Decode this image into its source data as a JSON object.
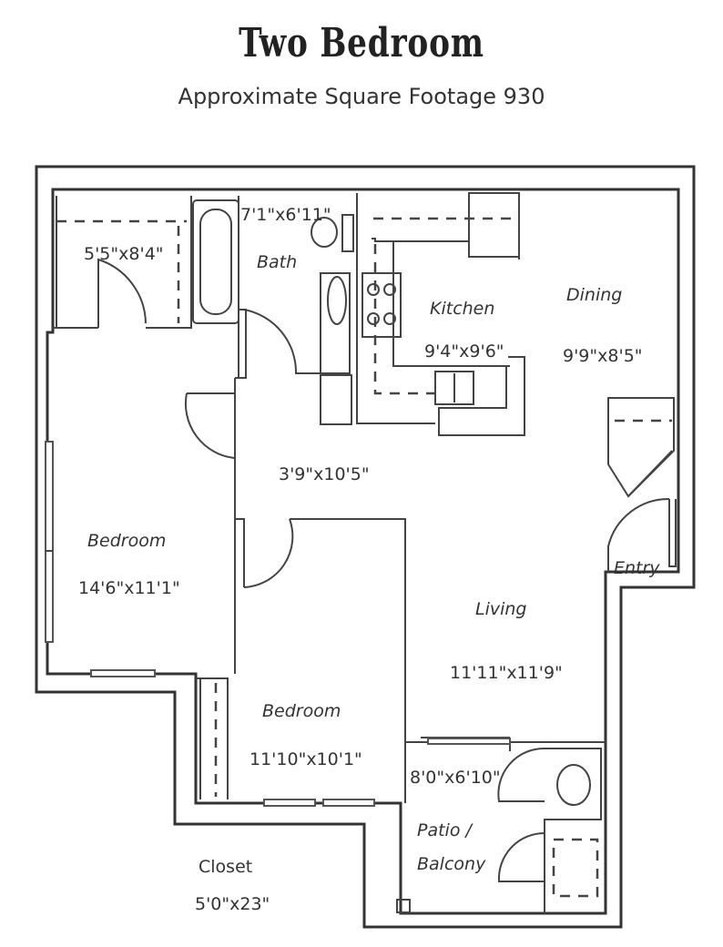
{
  "title": "Two Bedroom",
  "subtitle": "Approximate Square Footage 930",
  "rooms": {
    "closet_small_dim": "5'5\"x8'4\"",
    "bath_dim": "7'1\"x6'11\"",
    "bath_name": "Bath",
    "kitchen_name": "Kitchen",
    "kitchen_dim": "9'4\"x9'6\"",
    "dining_name": "Dining",
    "dining_dim": "9'9\"x8'5\"",
    "hall_dim": "3'9\"x10'5\"",
    "bedroom1_name": "Bedroom",
    "bedroom1_dim": "14'6\"x11'1\"",
    "living_name": "Living",
    "living_dim": "11'11\"x11'9\"",
    "entry_name": "Entry",
    "bedroom2_name": "Bedroom",
    "bedroom2_dim": "11'10\"x10'1\"",
    "patio_dim": "8'0\"x6'10\"",
    "patio_name_1": "Patio /",
    "patio_name_2": "Balcony",
    "closet_name": "Closet",
    "closet_dim": "5'0\"x23\""
  }
}
